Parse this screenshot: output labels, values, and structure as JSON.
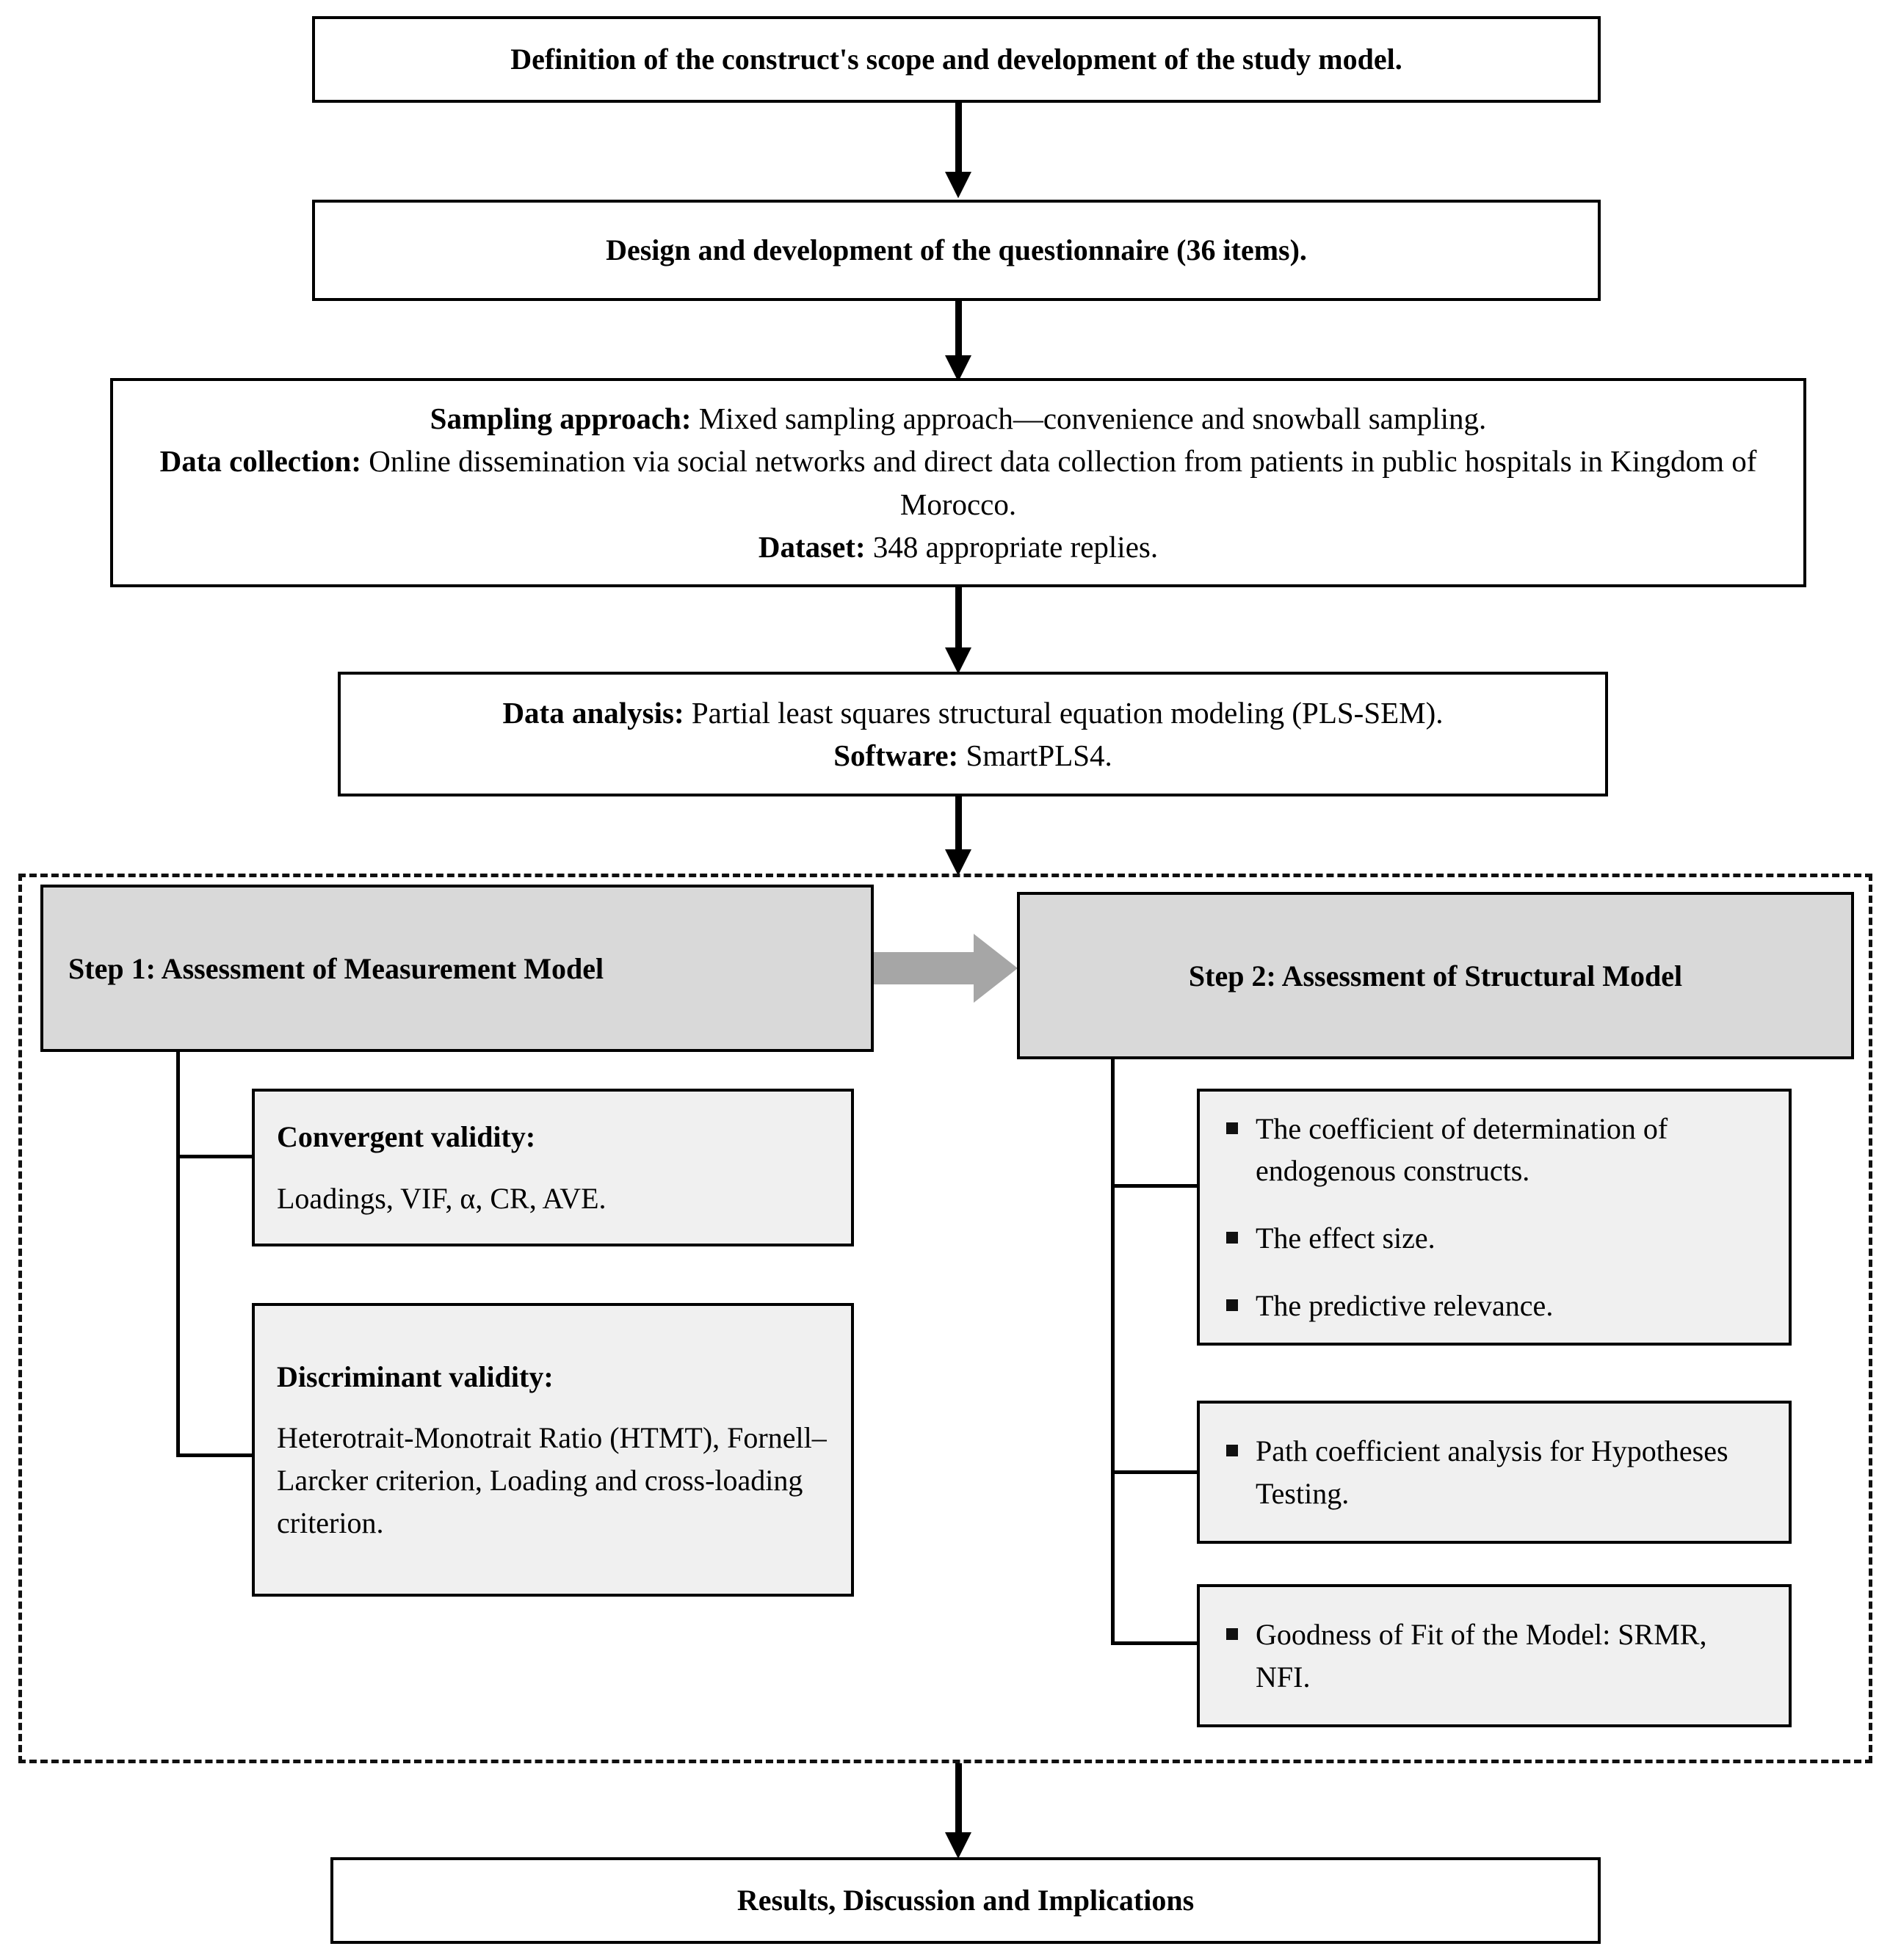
{
  "flow": {
    "step1_label": "Definition of the construct's scope and development of the study model.",
    "step2_label": "Design and development of the questionnaire (36 items).",
    "sampling": {
      "line1_label": "Sampling approach:",
      "line1_text": " Mixed sampling approach—convenience and snowball sampling.",
      "line2_label": "Data collection:",
      "line2_text": " Online dissemination via social networks and direct data collection from patients in public hospitals in Kingdom of Morocco.",
      "line3_label": "Dataset:",
      "line3_text": " 348 appropriate replies."
    },
    "analysis": {
      "line1_label": "Data analysis:",
      "line1_text": " Partial least squares structural equation modeling (PLS-SEM).",
      "line2_label": "Software:",
      "line2_text": " SmartPLS4."
    },
    "results_label": "Results, Discussion and Implications"
  },
  "assessment": {
    "step1": {
      "header": "Step 1: Assessment of Measurement Model",
      "boxes": [
        {
          "title": "Convergent validity:",
          "body": "Loadings, VIF, α, CR, AVE."
        },
        {
          "title": "Discriminant validity:",
          "body": "Heterotrait-Monotrait Ratio (HTMT), Fornell–Larcker criterion, Loading and cross-loading criterion."
        }
      ]
    },
    "step2": {
      "header": "Step 2: Assessment of Structural Model",
      "boxes": [
        {
          "bullets": [
            "The coefficient of determination of endogenous constructs.",
            "The effect size.",
            "The predictive relevance."
          ]
        },
        {
          "bullets": [
            "Path coefficient analysis for Hypotheses Testing."
          ]
        },
        {
          "bullets": [
            "Goodness of Fit of the Model: SRMR, NFI."
          ]
        }
      ]
    }
  },
  "colors": {
    "step_header_fill": "#d9d9d9",
    "content_box_fill": "#f0f0f0",
    "connector_arrow": "#a6a6a6",
    "stroke": "#000000"
  }
}
